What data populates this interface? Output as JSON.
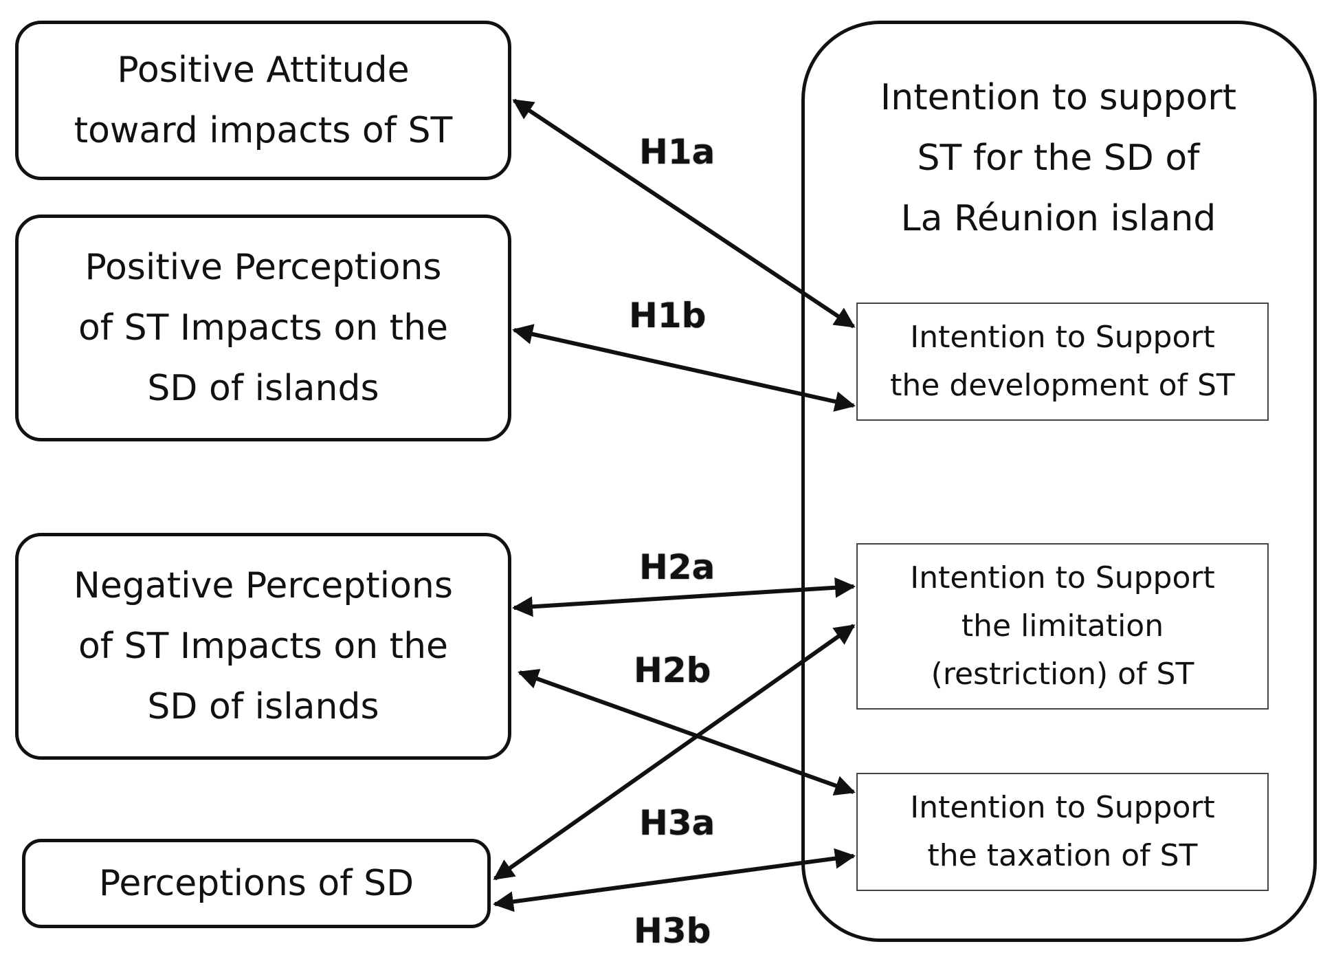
{
  "left_boxes": {
    "attitude": [
      "Positive Attitude",
      "toward impacts of ST"
    ],
    "positive": [
      "Positive Perceptions",
      "of ST Impacts on the",
      "SD of islands"
    ],
    "negative": [
      "Negative Perceptions",
      "of ST Impacts on the",
      "SD of islands"
    ],
    "perceptions_sd": [
      "Perceptions of SD"
    ]
  },
  "container": {
    "title": [
      "Intention to support",
      "ST for the SD of",
      "La Réunion island"
    ],
    "development": [
      "Intention to Support",
      "the development of ST"
    ],
    "limitation": [
      "Intention to Support",
      "the limitation",
      "(restriction) of ST"
    ],
    "taxation": [
      "Intention to Support",
      "the taxation of ST"
    ]
  },
  "hypotheses": {
    "h1a": "H1a",
    "h1b": "H1b",
    "h2a": "H2a",
    "h2b": "H2b",
    "h3a": "H3a",
    "h3b": "H3b"
  }
}
